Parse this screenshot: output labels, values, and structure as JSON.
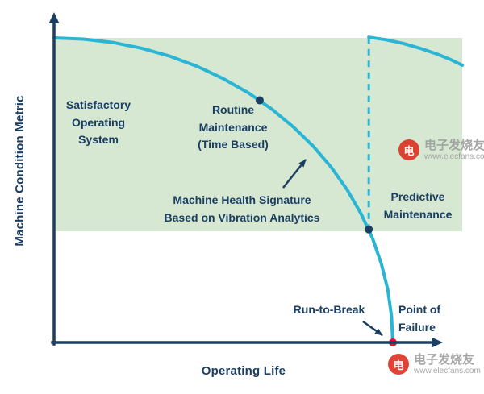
{
  "colors": {
    "navy": "#1b3e63",
    "cyan": "#2ab5d5",
    "region_green": "#d6e8d2",
    "failure_red": "#e8112d",
    "wm_gray": "#9a9a9a",
    "wm_red": "#dd2b1c"
  },
  "axes": {
    "x_label": "Operating Life",
    "y_label": "Machine Condition Metric"
  },
  "annotations": {
    "satisfactory_lines": [
      "Satisfactory",
      "Operating",
      "System"
    ],
    "routine_lines": [
      "Routine",
      "Maintenance",
      "(Time Based)"
    ],
    "health_lines": [
      "Machine Health Signature",
      "Based on Vibration Analytics"
    ],
    "predictive_lines": [
      "Predictive",
      "Maintenance"
    ],
    "run_to_break": "Run-to-Break",
    "failure_lines": [
      "Point of",
      "Failure"
    ]
  },
  "watermark": {
    "brand": "电子发烧友",
    "url": "www.elecfans.com",
    "icon_char": "电"
  },
  "chart_data": {
    "type": "line",
    "title": "",
    "xlabel": "Operating Life",
    "ylabel": "Machine Condition Metric",
    "x_range": [
      0,
      120
    ],
    "y_range": [
      0,
      105
    ],
    "grid": false,
    "legend": "none",
    "series": [
      {
        "name": "machine-condition-curve",
        "x": [
          0,
          8.7,
          17.4,
          25.9,
          34.2,
          42.3,
          50,
          57.4,
          64.3,
          70.7,
          76.6,
          81.9,
          86.6,
          90.6,
          94,
          96.6,
          98.5,
          99.6,
          100
        ],
        "y": [
          100,
          99.6,
          98.5,
          96.6,
          94,
          90.6,
          86.6,
          81.9,
          76.6,
          70.7,
          64.3,
          57.4,
          50,
          42.3,
          34.2,
          25.9,
          17.4,
          8.7,
          0
        ]
      },
      {
        "name": "post-maintenance-curve",
        "x": [
          92.9,
          98,
          103,
          108,
          113,
          117,
          120.5
        ],
        "y": [
          100.2,
          99.4,
          98.2,
          96.6,
          94.7,
          92.9,
          91
        ]
      }
    ],
    "dashed_line": {
      "x": 92.9,
      "y_from": 37.1,
      "y_to": 100.2
    },
    "region": {
      "name": "satisfactory-operating-region",
      "x": [
        0,
        120.5
      ],
      "y": [
        36.5,
        100
      ]
    },
    "markers": [
      {
        "name": "routine-maintenance-point",
        "x": 60.7,
        "y": 79.5,
        "color": "#1b3e63"
      },
      {
        "name": "predictive-maintenance-point",
        "x": 92.9,
        "y": 37.1,
        "color": "#1b3e63"
      },
      {
        "name": "point-of-failure-dot",
        "x": 100,
        "y": 0,
        "color": "#e8112d"
      }
    ]
  }
}
